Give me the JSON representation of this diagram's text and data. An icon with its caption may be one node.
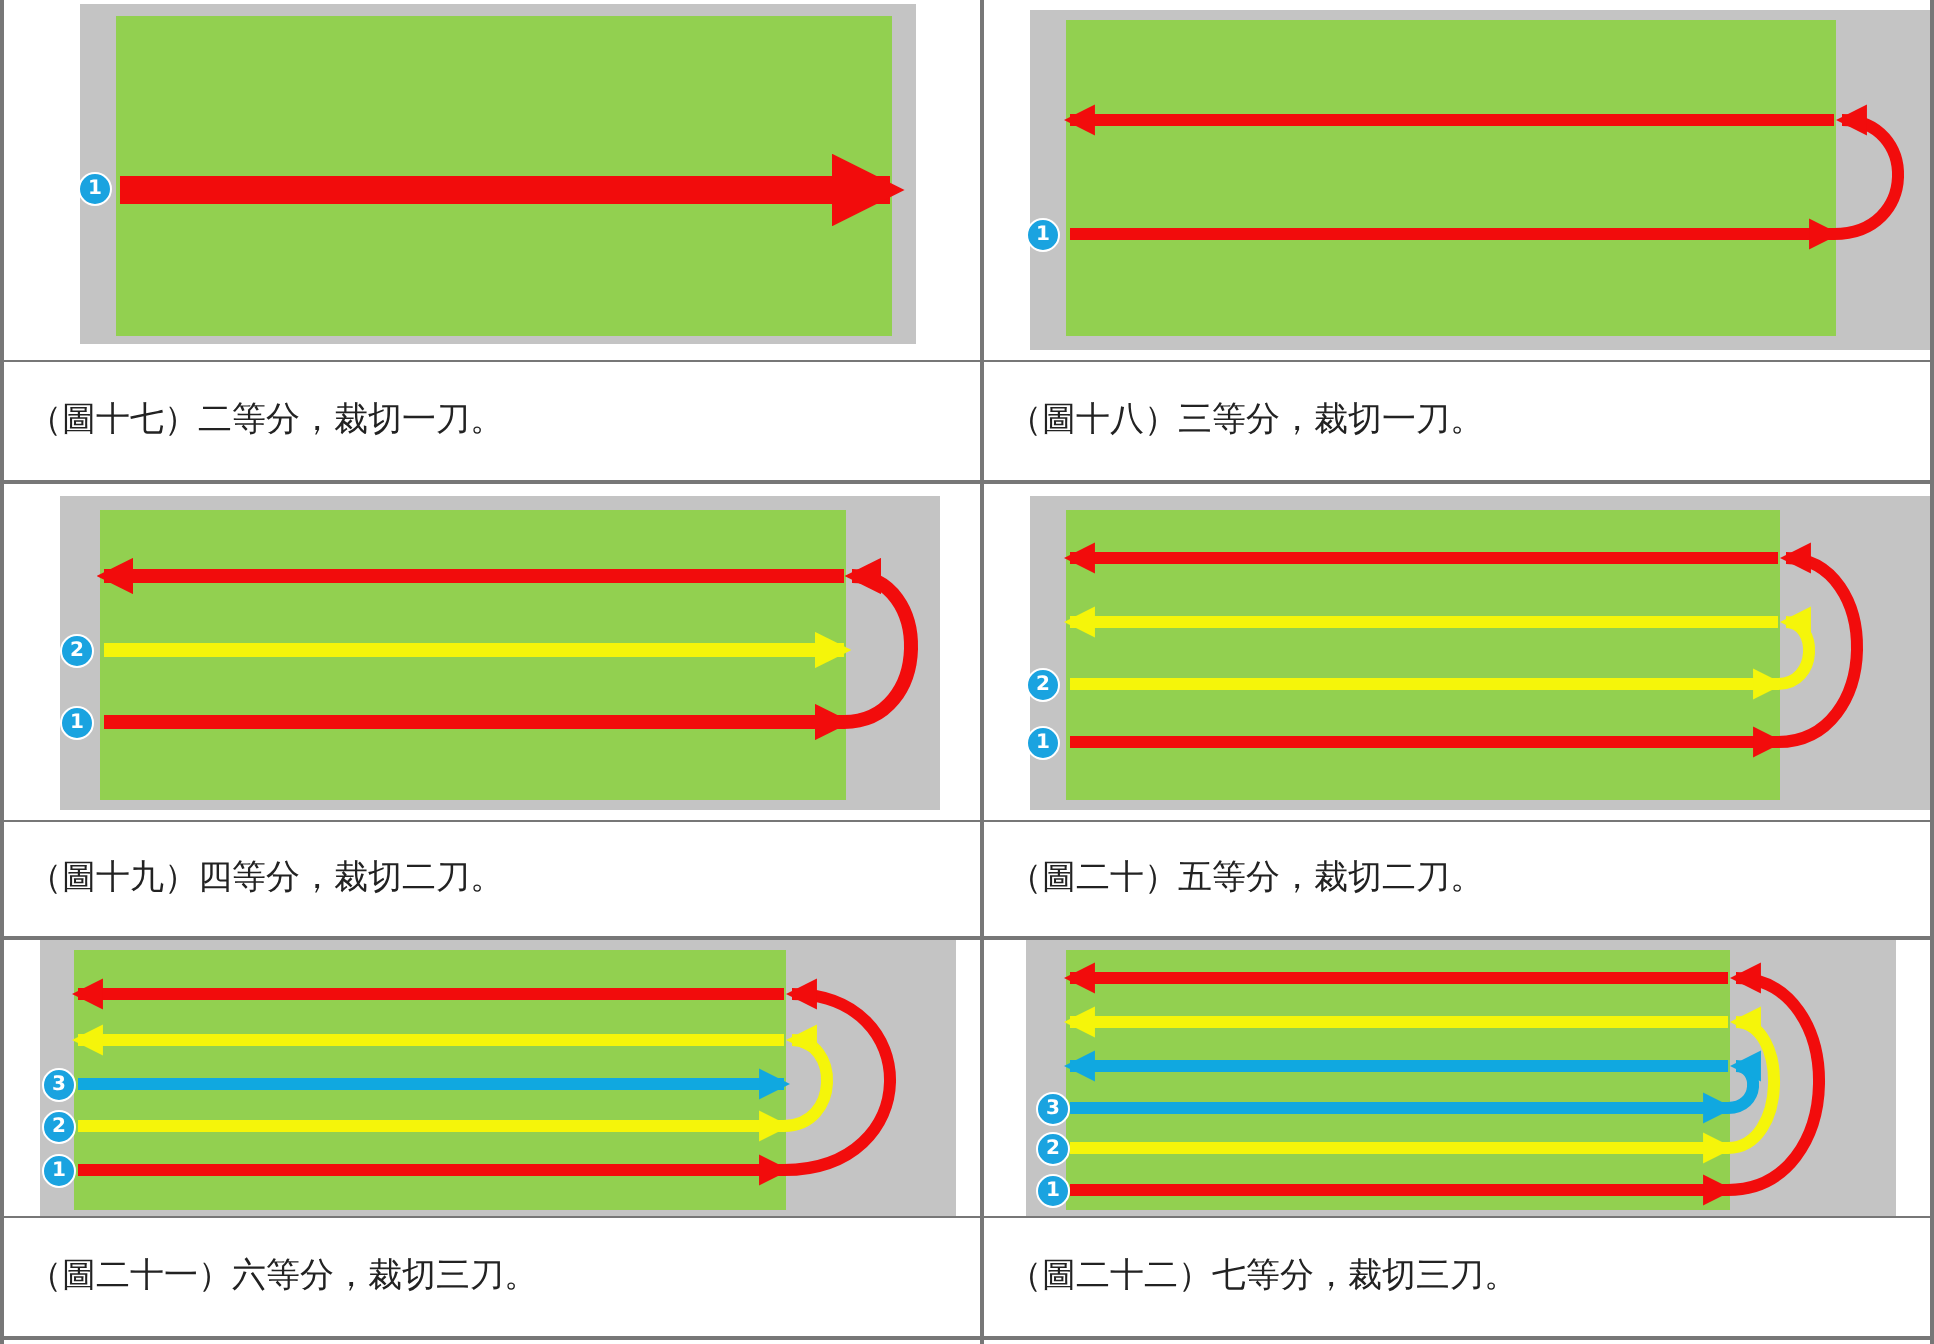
{
  "diagram": {
    "labels": [
      "1",
      "1",
      "（圖十七）二等分，裁切一刀。",
      "（圖十八）三等分，裁切一刀。",
      "2",
      "1",
      "2",
      "1",
      "（圖十九）四等分，裁切二刀。",
      "（圖二十）五等分，裁切二刀。",
      "3",
      "2",
      "1",
      "3",
      "2",
      "1",
      "（圖二十一）六等分，裁切三刀。",
      "（圖二十二）七等分，裁切三刀。"
    ]
  }
}
